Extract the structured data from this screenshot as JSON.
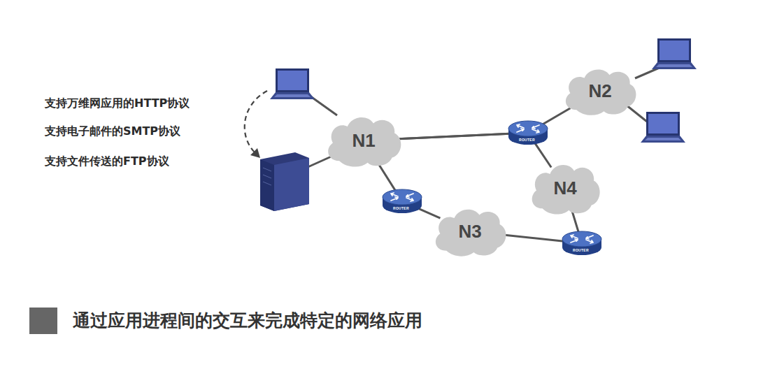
{
  "diagram": {
    "nodes": [
      {
        "text": [
          "N1"
        ]
      },
      {
        "text": [
          "N2"
        ]
      },
      {
        "text": [
          "N3"
        ]
      },
      {
        "text": [
          "N4"
        ]
      }
    ],
    "edges": [
      {
        "from": 0,
        "to": 1,
        "arrow": "none"
      },
      {
        "from": 0,
        "to": 3,
        "arrow": "none"
      },
      {
        "from": 0,
        "to": 2,
        "arrow": "none"
      },
      {
        "from": 2,
        "to": 3,
        "arrow": "none"
      }
    ],
    "labels": [
      "支持万维网应用的HTTP协议",
      "支持电子邮件的SMTP协议",
      "支持文件传送的FTP协议",
      "ROUTER",
      "ROUTER",
      "ROUTER",
      "通过应用进程间的交互来完成特定的网络应用"
    ]
  }
}
